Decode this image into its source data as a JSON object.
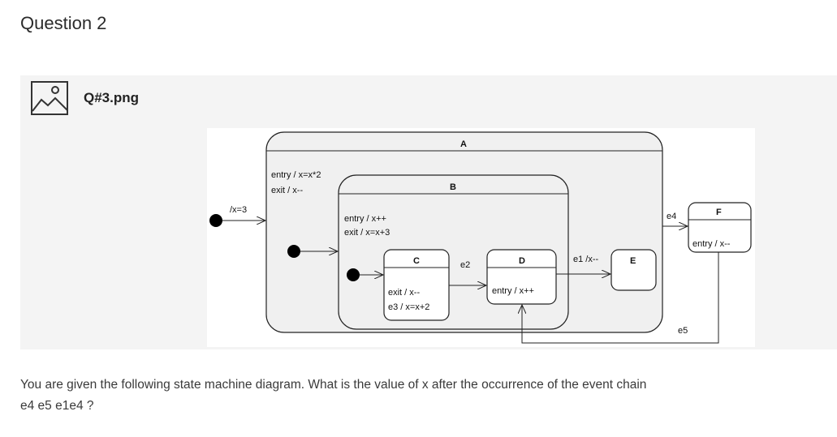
{
  "question": {
    "title": "Question 2"
  },
  "attachment": {
    "icon": "image-file-icon",
    "filename": "Q#3.png"
  },
  "diagram": {
    "state_A": {
      "name": "A",
      "entry": "entry / x=x*2",
      "exit": "exit / x--"
    },
    "state_B": {
      "name": "B",
      "entry": "entry / x++",
      "exit": "exit / x=x+3"
    },
    "state_C": {
      "name": "C",
      "exit": "exit / x--",
      "internal": "e3 / x=x+2"
    },
    "state_D": {
      "name": "D",
      "entry": "entry / x++"
    },
    "state_E": {
      "name": "E"
    },
    "state_F": {
      "name": "F",
      "entry": "entry / x--"
    },
    "transitions": {
      "initial_label": "/x=3",
      "c_to_d": "e2",
      "d_to_e": "e1 /x--",
      "a_to_f": "e4",
      "f_to_d": "e5"
    }
  },
  "body": {
    "text_line1": "You are given the following state machine diagram. What is the value of x after the occurrence of the event chain",
    "text_line2": "e4 e5 e1e4 ?"
  }
}
